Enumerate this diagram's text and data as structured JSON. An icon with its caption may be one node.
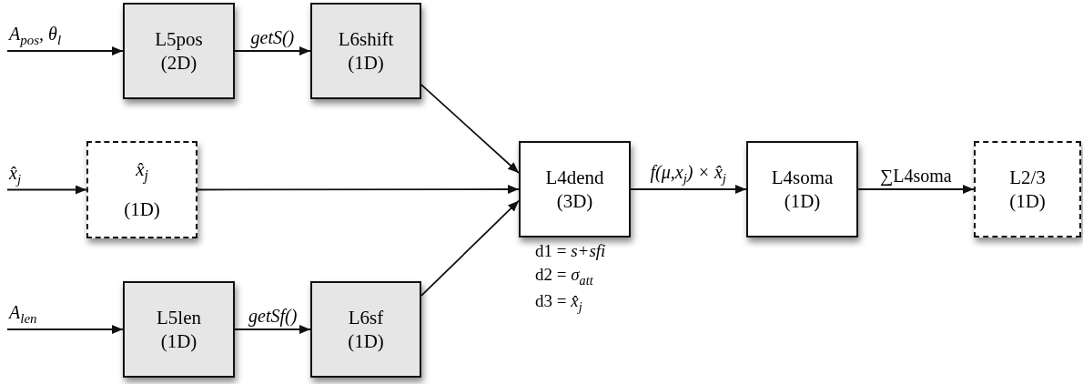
{
  "diagram": {
    "nodes": [
      {
        "text": [
          "L5pos",
          "(2D)"
        ]
      },
      {
        "text": [
          "L6shift",
          "(1D)"
        ]
      },
      {
        "text": [
          "x̂$_{j}$",
          "(1D)"
        ]
      },
      {
        "text": [
          "L4dend",
          "(3D)"
        ],
        "beside": [
          "d1 = *s+sfi*",
          "d2 = *σ*$_{att}$",
          "d3 = *x̂*$_{j}$"
        ]
      },
      {
        "text": [
          "L5len",
          "(1D)"
        ]
      },
      {
        "text": [
          "L6sf",
          "(1D)"
        ]
      },
      {
        "text": [
          "L4soma",
          "(1D)"
        ]
      },
      {
        "text": [
          "L2/3",
          "(1D)"
        ]
      }
    ],
    "edges": [
      {
        "from": null,
        "to": 0,
        "arrow": "to",
        "label": "A$_{pos}$, θ$_{l}$"
      },
      {
        "from": 0,
        "to": 1,
        "arrow": "to",
        "label": "getS()"
      },
      {
        "from": null,
        "to": 2,
        "arrow": "to",
        "label": "x̂$_{j}$"
      },
      {
        "from": 1,
        "to": 3,
        "arrow": "to"
      },
      {
        "from": 2,
        "to": 3,
        "arrow": "to"
      },
      {
        "from": null,
        "to": 4,
        "arrow": "to",
        "label": "A$_{len}$"
      },
      {
        "from": 4,
        "to": 5,
        "arrow": "to",
        "label": "getSf()"
      },
      {
        "from": 5,
        "to": 3,
        "arrow": "to"
      },
      {
        "from": 3,
        "to": 6,
        "arrow": "to",
        "label": "f(μ,x$_{j}$) × x̂$_{j}$"
      },
      {
        "from": 6,
        "to": 7,
        "arrow": "to",
        "label": "∑L4soma"
      }
    ]
  }
}
